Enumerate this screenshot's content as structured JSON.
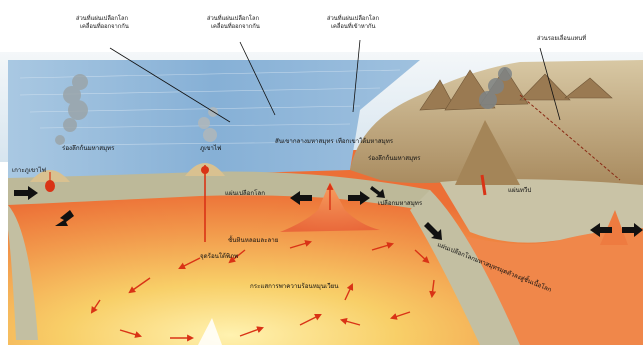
{
  "colors": {
    "sky": "#dbe8f2",
    "ocean": "#8fb5d8",
    "crust": "#c2bda0",
    "mantle_orange": "#ee7d3e",
    "mantle_hot": "#f6d36a",
    "arrow_red": "#d93316",
    "land": "#b99a6c"
  },
  "top_labels": [
    {
      "line1": "ส่วนที่แผ่นเปลือกโลก",
      "line2": "เคลื่อนที่ออกจากกัน"
    },
    {
      "line1": "ส่วนที่แผ่นเปลือกโลก",
      "line2": "เคลื่อนที่ออกจากกัน"
    },
    {
      "line1": "ส่วนที่แผ่นเปลือกโลก",
      "line2": "เคลื่อนที่เข้าหากัน"
    },
    {
      "line1": "ส่วนรอยเลื่อนแทนที่",
      "line2": ""
    }
  ],
  "labels": {
    "trench_left": "ร่องลึกก้นมหาสมุทร",
    "volcanic_island": "เกาะภูเขาไฟ",
    "hotspot_volcano": "ภูเขาไฟ",
    "mid_ocean_ridge": "สันเขากลางมหาสมุทร เทือกเขาใต้มหาสมุทร",
    "trench_right": "ร่องลึกก้นมหาสมุทร",
    "lithosphere": "แผ่นเปลือกโลก",
    "oceanic_crust": "เปลือกมหาสมุทร",
    "continental_plate": "แผ่นทวีป",
    "asthenosphere": "ชั้นหินหลอมละลาย",
    "hotspot": "จุดร้อนใต้พิภพ",
    "convection": "กระแสการพาความร้อนหมุนเวียน",
    "subducting_slab": "แผ่นเปลือกโลกมหาสมุทรมุดตัวลงสู่ชั้นเนื้อโลก"
  }
}
